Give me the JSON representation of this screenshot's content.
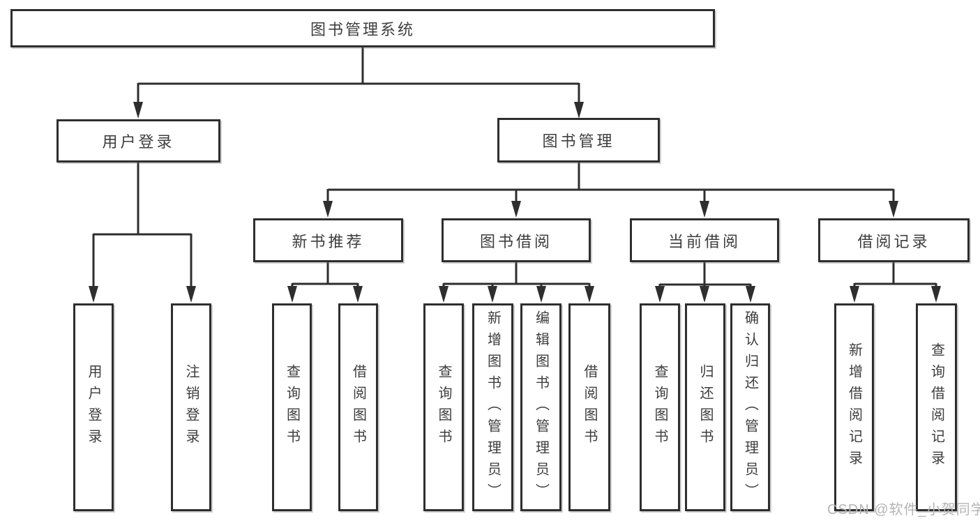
{
  "tree": {
    "label": "图书管理系统",
    "children": [
      {
        "label": "用户登录",
        "children": [
          {
            "label": "用户登录"
          },
          {
            "label": "注销登录"
          }
        ]
      },
      {
        "label": "图书管理",
        "children": [
          {
            "label": "新书推荐",
            "children": [
              {
                "label": "查询图书"
              },
              {
                "label": "借阅图书"
              }
            ]
          },
          {
            "label": "图书借阅",
            "children": [
              {
                "label": "查询图书"
              },
              {
                "label": "新增图书（管理员）"
              },
              {
                "label": "编辑图书（管理员）"
              },
              {
                "label": "借阅图书"
              }
            ]
          },
          {
            "label": "当前借阅",
            "children": [
              {
                "label": "查询图书"
              },
              {
                "label": "归还图书"
              },
              {
                "label": "确认归还（管理员）"
              }
            ]
          },
          {
            "label": "借阅记录",
            "children": [
              {
                "label": "新增借阅记录"
              },
              {
                "label": "查询借阅记录"
              }
            ]
          }
        ]
      }
    ]
  },
  "watermark": {
    "text": "CSDN @软件_小贺同学"
  },
  "colors": {
    "line": "#2e2e2e",
    "box_border": "#2e2e2e",
    "box_fill": "#ffffff",
    "text": "#3d3d3d",
    "watermark": "#b4b4b4",
    "background": "#ffffff"
  }
}
